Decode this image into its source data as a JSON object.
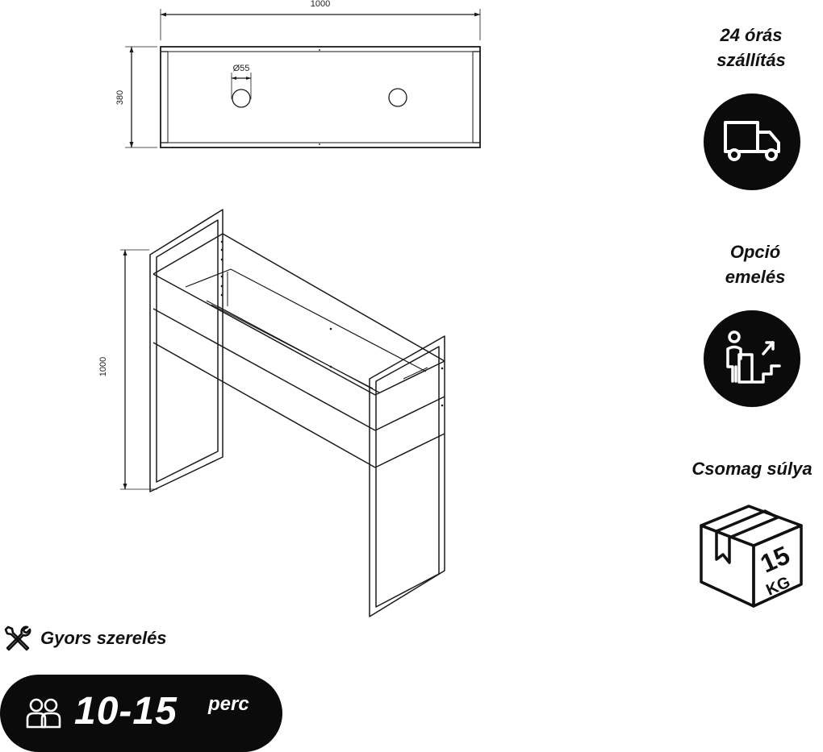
{
  "drawing": {
    "top_width_dim": "1000",
    "top_depth_dim": "380",
    "hole_dim": "Ø55",
    "height_dim": "1000"
  },
  "features": {
    "delivery": {
      "title_line1": "24 órás",
      "title_line2": "szállítás",
      "icon": "delivery-truck-icon"
    },
    "lifting": {
      "title_line1": "Opció",
      "title_line2": "emelés",
      "icon": "stair-lifting-icon"
    },
    "weight": {
      "title": "Csomag súlya",
      "value": "15",
      "unit": "KG",
      "icon": "package-box-icon"
    }
  },
  "assembly": {
    "label": "Gyors szerelés",
    "icon": "tools-icon",
    "time": "10-15",
    "time_unit": "perc",
    "people_icon": "two-people-icon"
  },
  "colors": {
    "line": "#1a1a1a",
    "badge": "#0b0b0b",
    "background": "#ffffff"
  }
}
